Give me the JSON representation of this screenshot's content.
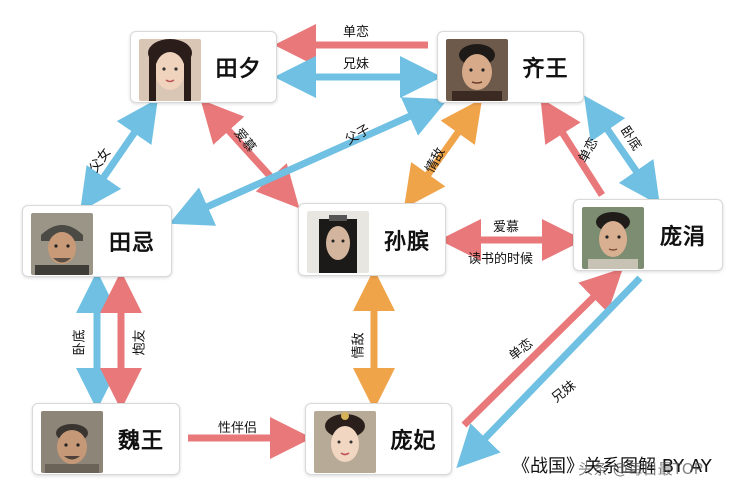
{
  "nodes": {
    "tianxi": {
      "name": "田夕"
    },
    "qiwang": {
      "name": "齐王"
    },
    "tianji": {
      "name": "田忌"
    },
    "sunbin": {
      "name": "孙膑"
    },
    "pangjuan": {
      "name": "庞涓"
    },
    "weiwang": {
      "name": "魏王"
    },
    "pangfei": {
      "name": "庞妃"
    }
  },
  "edges": {
    "qi_tianxi_unrequited": "单恋",
    "tianxi_qi_siblings": "兄妹",
    "tianxi_tianji_father_daughter": "父女",
    "tianxi_sunbin_admire": "爱慕",
    "qi_tianji_father_son": "父子",
    "qi_sunbin_rival": "情敌",
    "pangjuan_qi_unrequited": "单恋",
    "pangjuan_qi_undercover": "卧底",
    "sunbin_pangjuan_admire": "爱慕",
    "sunbin_pangjuan_reading": "读书的时候",
    "tianji_weiwang_undercover": "卧底",
    "tianji_weiwang_bedfellow": "炮友",
    "sunbin_pangfei_rival": "情敌",
    "weiwang_pangfei_partner": "性伴侣",
    "pangfei_pangjuan_unrequited": "单恋",
    "pangjuan_pangfei_siblings": "兄妹"
  },
  "footer": "《战国》关系图解 BY AY",
  "watermark": "头条 @每日最TOP",
  "colors": {
    "red": "#e8787a",
    "blue": "#6fc0e2",
    "orange": "#f0a44a"
  }
}
